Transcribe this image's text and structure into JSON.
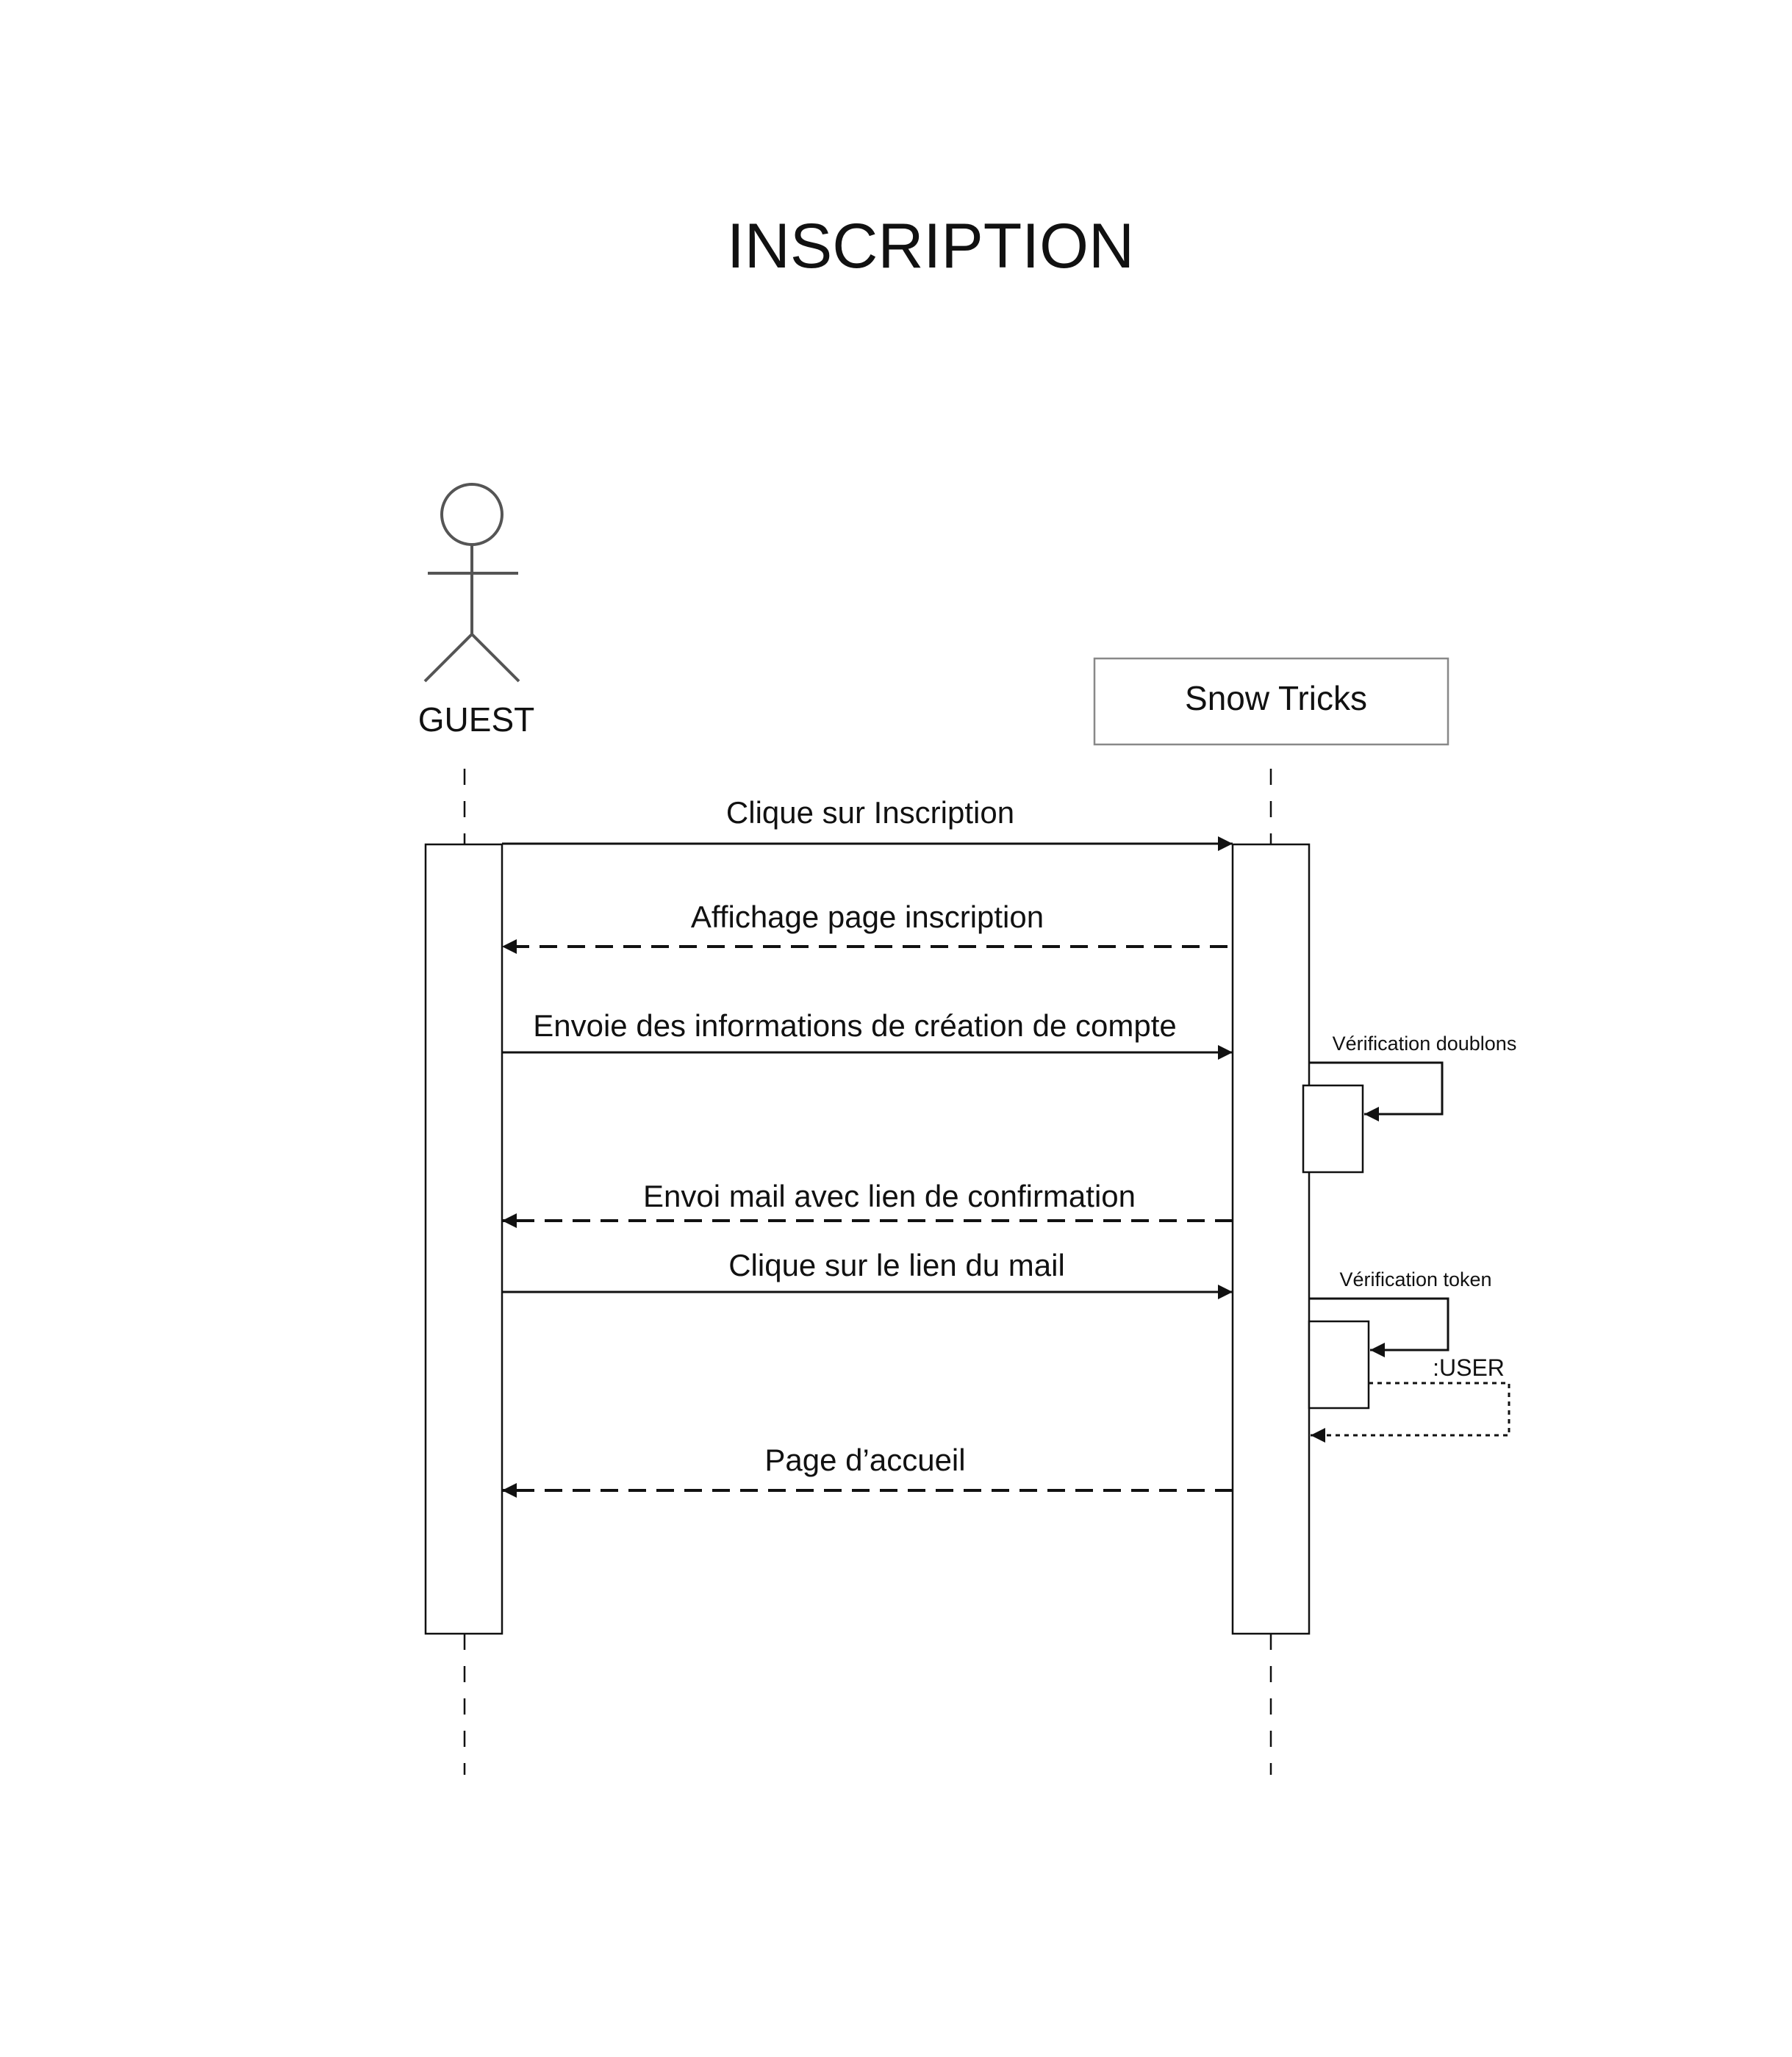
{
  "title": "INSCRIPTION",
  "actor": {
    "label": "GUEST",
    "icon": "stick-figure-icon"
  },
  "participant": {
    "label": "Snow Tricks"
  },
  "messages": [
    {
      "label": "Clique sur Inscription",
      "direction": "guest-to-system",
      "style": "solid"
    },
    {
      "label": "Affichage page inscription",
      "direction": "system-to-guest",
      "style": "dashed"
    },
    {
      "label": "Envoie des informations de création de compte",
      "direction": "guest-to-system",
      "style": "solid"
    },
    {
      "label": "Envoi mail avec lien de confirmation",
      "direction": "system-to-guest",
      "style": "dashed"
    },
    {
      "label": "Clique sur le lien du mail",
      "direction": "guest-to-system",
      "style": "solid"
    },
    {
      "label": "Page d’accueil",
      "direction": "system-to-guest",
      "style": "dashed"
    }
  ],
  "self_calls": [
    {
      "label": "Vérification doublons"
    },
    {
      "label": "Vérification token",
      "return_label": ":USER"
    }
  ],
  "colors": {
    "line": "#111111",
    "actor": "#555555",
    "box_border": "#888888",
    "background": "#ffffff"
  }
}
